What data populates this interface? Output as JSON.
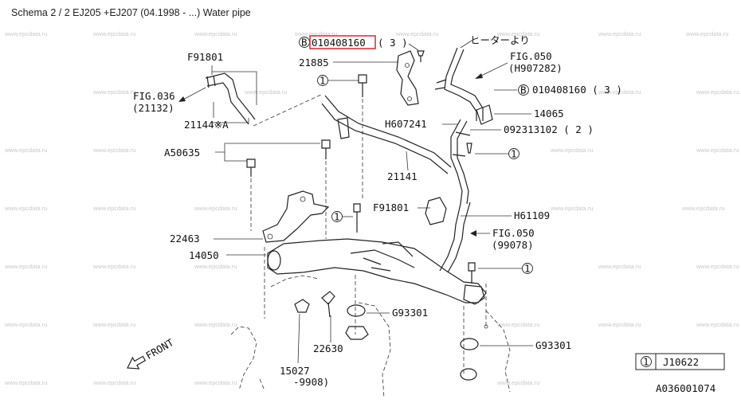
{
  "page": {
    "title": "Schema 2 / 2 EJ205 +EJ207 (04.1998 - ...) Water pipe",
    "watermark": "www.epcdata.ru"
  },
  "diagram": {
    "highlight_color": "#e0333a",
    "callouts": {
      "b_top": "B",
      "part_010408160_top": "010408160",
      "qty_top": "( 3  )",
      "heater_note": "ヒーターより",
      "fig050_top": "FIG.050",
      "h907282": "(H907282)",
      "b_right": "B",
      "part_010408160_right": "010408160 ( 3  )",
      "p14065": "14065",
      "h607241": "H607241",
      "p092313102": "092313102 ( 2  )",
      "p21885": "21885",
      "f91801_top": "F91801",
      "fig036": "FIG.036",
      "p21132": "(21132)",
      "p21144a": "21144※A",
      "a50635": "A50635",
      "p21141": "21141",
      "f91801_mid": "F91801",
      "h61109": "H61109",
      "fig050_mid": "FIG.050",
      "p99078": "(99078)",
      "p22463": "22463",
      "p14050": "14050",
      "g93301_a": "G93301",
      "g93301_b": "G93301",
      "p22630": "22630",
      "p15027": "15027",
      "p9908": "-9908)",
      "front": "FRONT",
      "circle_one": "1",
      "legend_code": "J10622",
      "drawing_id": "A036001074"
    }
  }
}
